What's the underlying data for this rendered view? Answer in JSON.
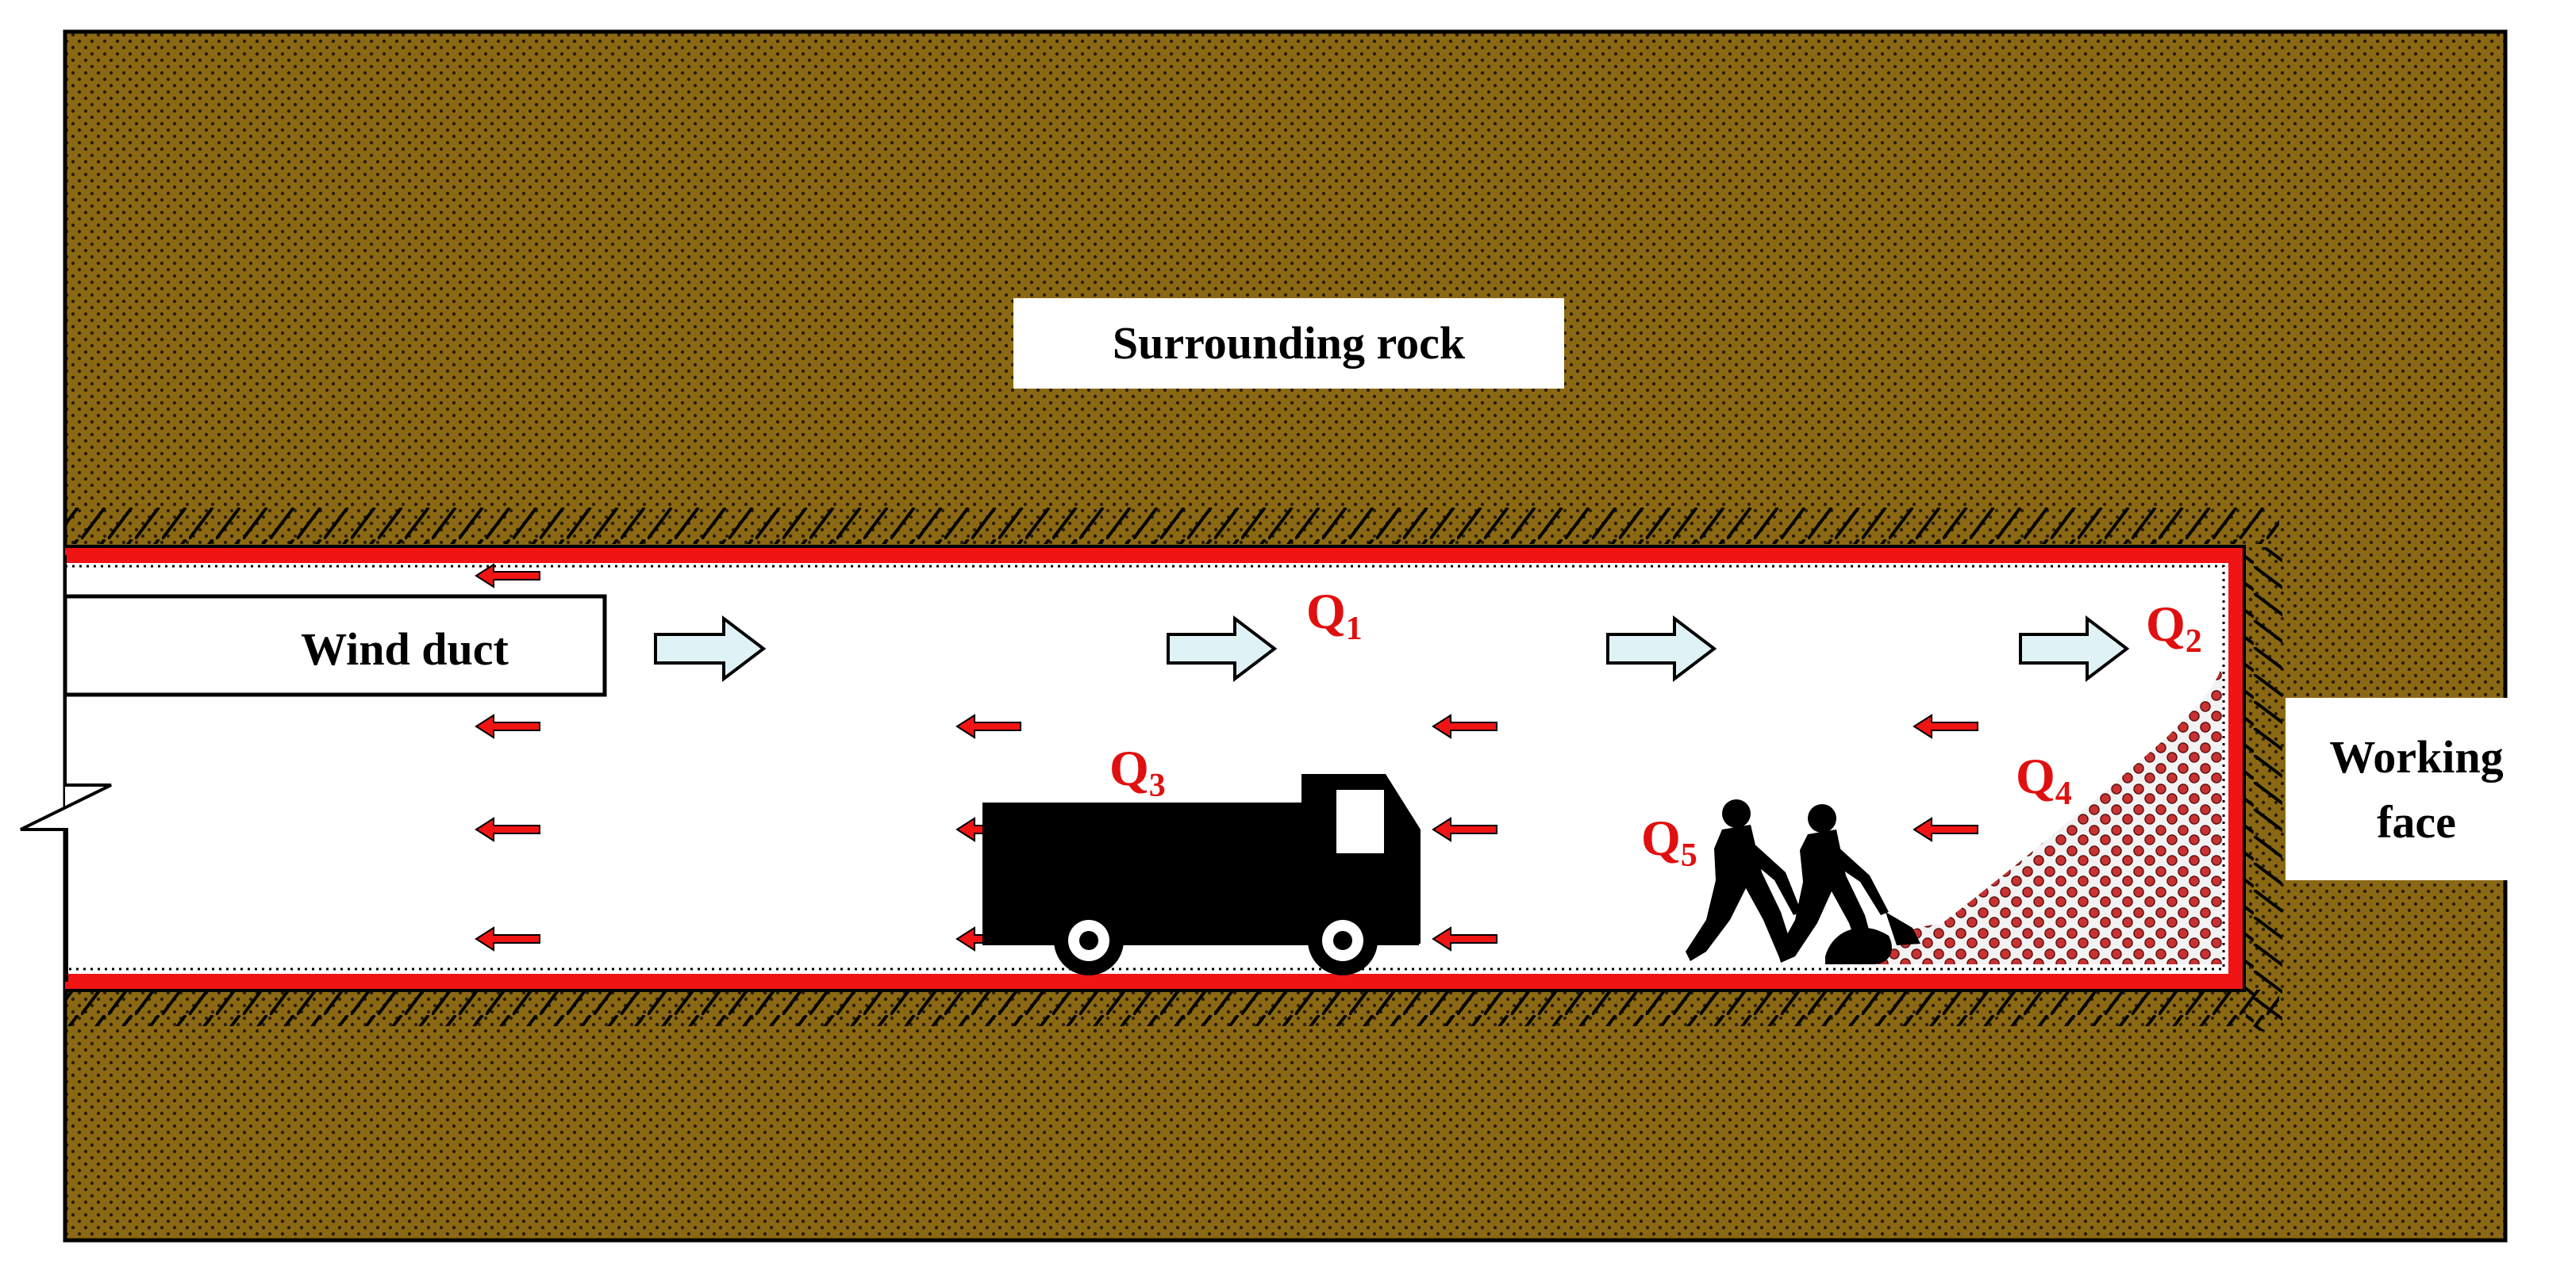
{
  "labels": {
    "surrounding_rock": "Surrounding rock",
    "wind_duct": "Wind duct",
    "working_face_line1": "Working",
    "working_face_line2": "face"
  },
  "sources": {
    "q1": {
      "letter": "Q",
      "sub": "1"
    },
    "q2": {
      "letter": "Q",
      "sub": "2"
    },
    "q3": {
      "letter": "Q",
      "sub": "3"
    },
    "q4": {
      "letter": "Q",
      "sub": "4"
    },
    "q5": {
      "letter": "Q",
      "sub": "5"
    }
  },
  "colors": {
    "rock": "#8B6914",
    "rock_dots": "#2a1d02",
    "tunnel_lining": "#f01414",
    "source_text": "#e01010",
    "airflow_arrow": "#dff3f7",
    "heat_arrow": "#f01414",
    "silhouette": "#000000",
    "rubble": "#c83232"
  },
  "icons": {
    "airflow": "right-arrow-icon",
    "heat": "left-arrow-icon",
    "truck": "dump-truck-icon",
    "workers": "shoveling-workers-icon",
    "rubble": "rock-pile-icon"
  }
}
